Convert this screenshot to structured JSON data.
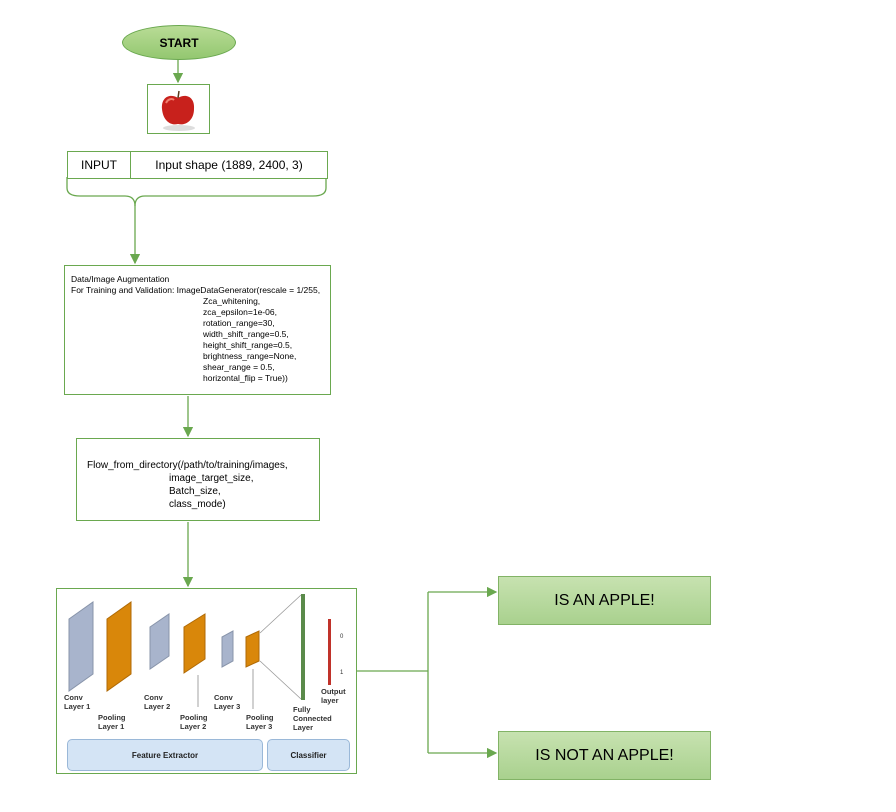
{
  "start": {
    "label": "START"
  },
  "input": {
    "label": "INPUT",
    "shape": "Input shape (1889, 2400, 3)"
  },
  "augmentation": {
    "lines": [
      "Data/Image Augmentation",
      "For Training and Validation: ImageDataGenerator(rescale = 1/255,",
      "Zca_whitening,",
      "zca_epsilon=1e-06,",
      "rotation_range=30,",
      "width_shift_range=0.5,",
      "height_shift_range=0.5,",
      "brightness_range=None,",
      "shear_range = 0.5,",
      " horizontal_flip = True))"
    ]
  },
  "flow": {
    "lines": [
      "Flow_from_directory(/path/to/training/images,",
      "image_target_size,",
      "Batch_size,",
      "class_mode)"
    ]
  },
  "cnn": {
    "conv1": [
      "Conv",
      "Layer 1"
    ],
    "pool1": [
      "Pooling",
      "Layer 1"
    ],
    "conv2": [
      "Conv",
      "Layer 2"
    ],
    "pool2": [
      "Pooling",
      "Layer 2"
    ],
    "conv3": [
      "Conv",
      "Layer 3"
    ],
    "pool3": [
      "Pooling",
      "Layer 3"
    ],
    "fc": [
      "Fully",
      "Connected",
      "Layer"
    ],
    "output": [
      "Output",
      "layer"
    ],
    "out_tick_0": "0",
    "out_tick_1": "1",
    "feature_extractor": "Feature Extractor",
    "classifier": "Classifier"
  },
  "results": {
    "apple": "IS AN APPLE!",
    "not_apple": "IS NOT AN APPLE!"
  },
  "colors": {
    "connector": "#6aa84f",
    "conv": "#a8b4cc",
    "pool": "#d9870a",
    "fc": "#5a8a4a",
    "output": "#c0322a",
    "box_fill": "#a9d18e"
  }
}
